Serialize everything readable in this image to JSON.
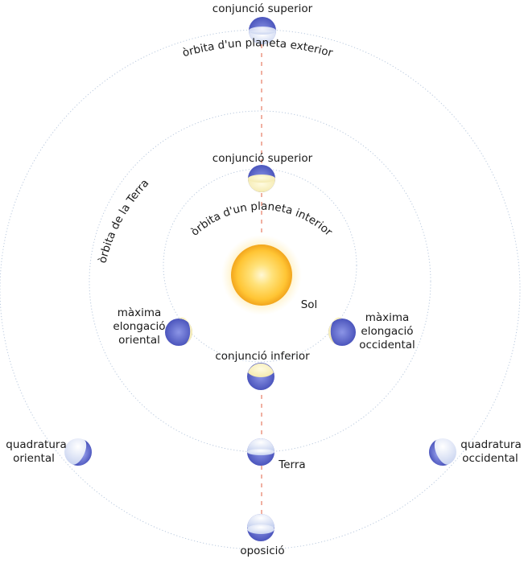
{
  "labels": {
    "outer_superior": "conjunció superior",
    "outer_orbit": "òrbita d'un planeta exterior",
    "inner_superior": "conjunció superior",
    "earth_orbit": "òrbita de la Terra",
    "inner_orbit": "òrbita d'un planeta interior",
    "sun": "Sol",
    "east_elong_1": "màxima",
    "east_elong_2": "elongació",
    "east_elong_3": "oriental",
    "west_elong_1": "màxima",
    "west_elong_2": "elongació",
    "west_elong_3": "occidental",
    "inferior": "conjunció inferior",
    "east_quad_1": "quadratura",
    "east_quad_2": "oriental",
    "west_quad_1": "quadratura",
    "west_quad_2": "occidental",
    "earth": "Terra",
    "opposition": "oposició"
  },
  "colors": {
    "sun_core": "#fff6c8",
    "sun_mid": "#ffd04a",
    "sun_edge": "#f4a81e",
    "planet_lit": "#f3f6ff",
    "planet_dark": "#4e5ac8",
    "axis": "#e9866f",
    "orbit": "#b9c9de"
  }
}
